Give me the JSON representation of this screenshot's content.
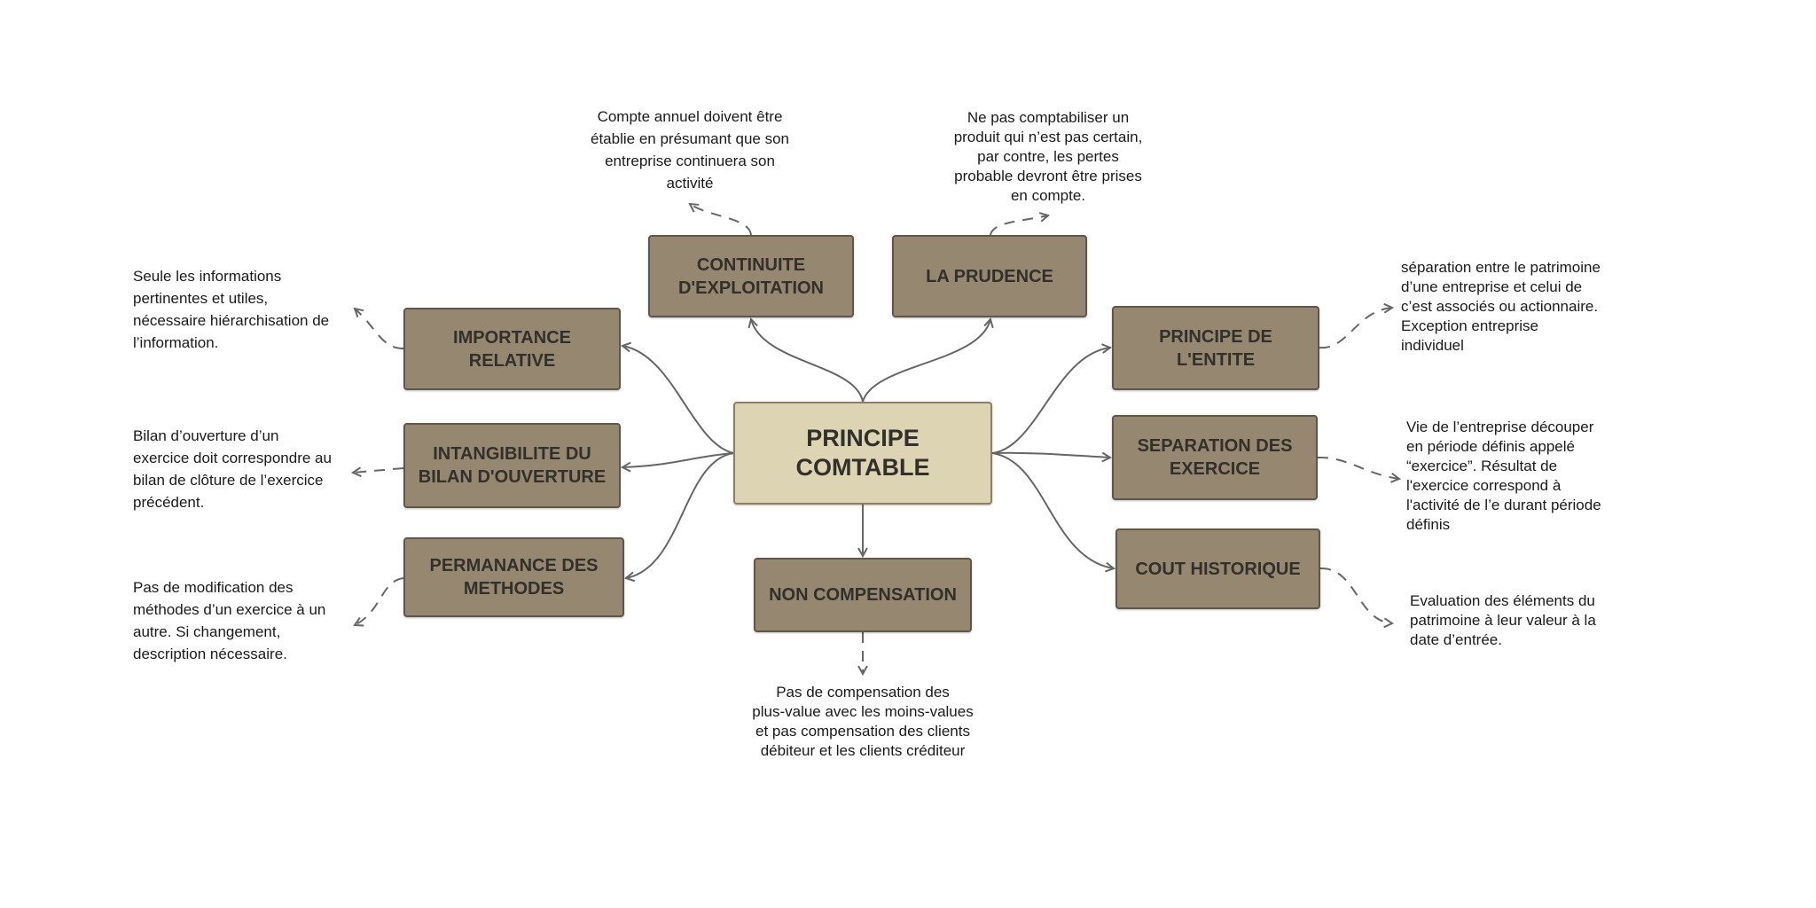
{
  "center": {
    "label": "PRINCIPE\nCOMTABLE"
  },
  "nodes": {
    "continuite": "CONTINUITE\nD'EXPLOITATION",
    "prudence": "LA PRUDENCE",
    "importance": "IMPORTANCE\nRELATIVE",
    "intangibilite": "INTANGIBILITE DU\nBILAN D'OUVERTURE",
    "permanance": "PERMANANCE DES\nMETHODES",
    "non_compensation": "NON COMPENSATION",
    "entite": "PRINCIPE DE\nL'ENTITE",
    "separation": "SEPARATION DES\nEXERCICE",
    "cout": "COUT  HISTORIQUE"
  },
  "notes": {
    "continuite": "Compte annuel doivent être\nétablie en présumant que son\nentreprise continuera son\nactivité",
    "prudence": "Ne pas comptabiliser un\nproduit qui n’est pas certain,\npar contre, les pertes\nprobable devront être prises\nen compte.",
    "importance": "Seule les informations\npertinentes et utiles,\nnécessaire hiérarchisation de\nl’information.",
    "intangibilite": "Bilan d’ouverture d’un\nexercice doit correspondre au\nbilan de clôture de l’exercice\nprécédent.",
    "permanance": "Pas de modification des\nméthodes d’un exercice à un\nautre. Si changement,\ndescription nécessaire.",
    "non_compensation": "Pas de compensation des\nplus-value avec les moins-values\net pas compensation des clients\ndébiteur et les clients créditeur",
    "entite": "séparation entre le patrimoine\nd’une entreprise et celui de\nc’est associés ou actionnaire.\nException entreprise\nindividuel",
    "separation": "Vie de l’entreprise découper\nen période définis appelé\n“exercice”. Résultat de\nl'exercice correspond à\nl'activité de l’e durant période\ndéfinis",
    "cout": "Evaluation des éléments du\npatrimoine à leur valeur à la\ndate d’entrée."
  },
  "colors": {
    "node": "#958770",
    "center": "#ddd4b3",
    "line": "#666666"
  }
}
